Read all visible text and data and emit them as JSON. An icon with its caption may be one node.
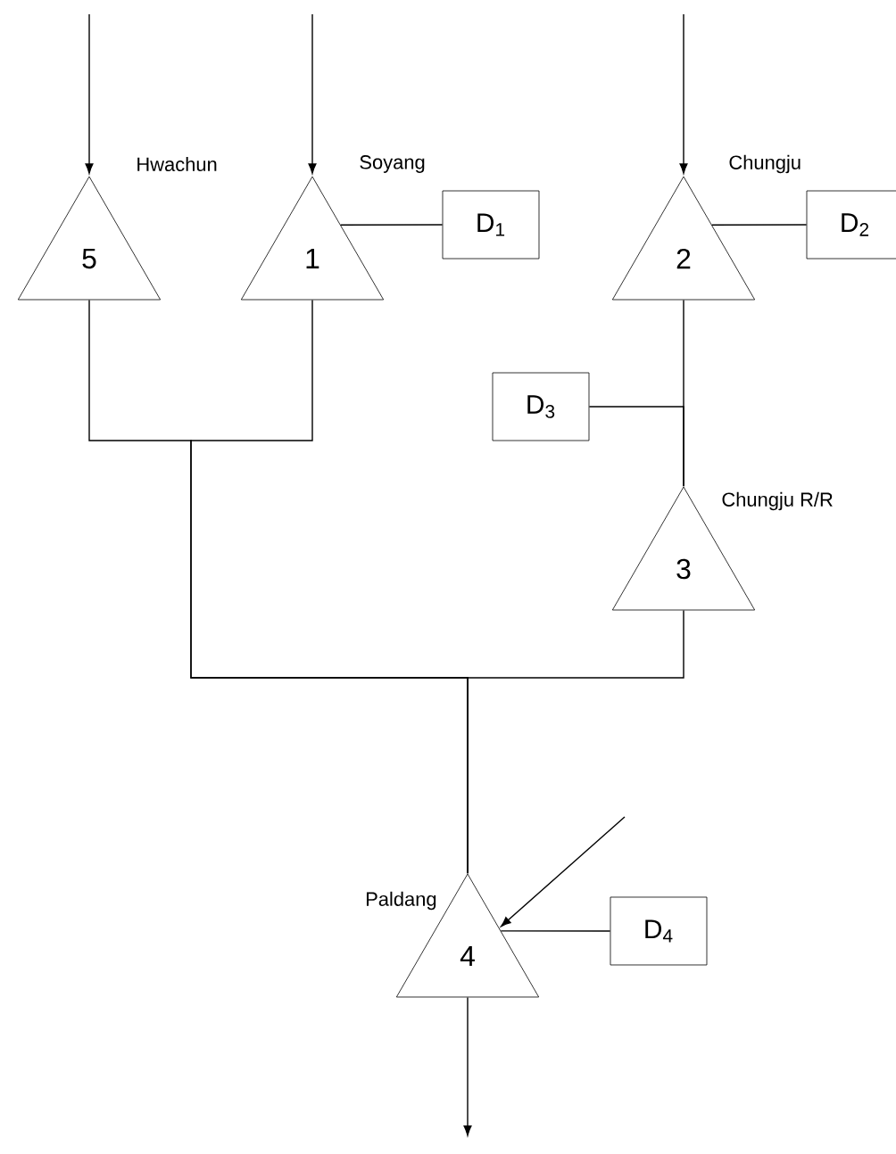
{
  "diagram": {
    "nodes": [
      {
        "text": [
          "5"
        ],
        "beside": [
          "Hwachun"
        ]
      },
      {
        "text": [
          "1"
        ],
        "beside": [
          "Soyang"
        ]
      },
      {
        "text": [
          "D$_{1}$"
        ]
      },
      {
        "text": [
          "2"
        ],
        "beside": [
          "Chungju"
        ]
      },
      {
        "text": [
          "D$_{2}$"
        ]
      },
      {
        "text": [
          "D$_{3}$"
        ]
      },
      {
        "text": [
          "3"
        ],
        "beside": [
          "Chungju R/R"
        ]
      },
      {
        "text": [
          "4"
        ],
        "beside": [
          "Paldang"
        ]
      },
      {
        "text": [
          "D$_{4}$"
        ]
      }
    ],
    "edges": [
      {
        "from": null,
        "to": 0,
        "arrow": "to"
      },
      {
        "from": null,
        "to": 1,
        "arrow": "to"
      },
      {
        "from": null,
        "to": 3,
        "arrow": "to"
      },
      {
        "from": 1,
        "to": 2,
        "arrow": "none"
      },
      {
        "from": 3,
        "to": 4,
        "arrow": "none"
      },
      {
        "from": 5,
        "to": 6,
        "arrow": "none"
      },
      {
        "from": 3,
        "to": 6,
        "arrow": "none"
      },
      {
        "from": 0,
        "to": 7,
        "arrow": "none"
      },
      {
        "from": 1,
        "to": 7,
        "arrow": "none"
      },
      {
        "from": 6,
        "to": 7,
        "arrow": "none"
      },
      {
        "from": null,
        "to": 7,
        "arrow": "to"
      },
      {
        "from": 7,
        "to": 8,
        "arrow": "none"
      },
      {
        "from": 7,
        "to": null,
        "arrow": "to"
      }
    ]
  }
}
